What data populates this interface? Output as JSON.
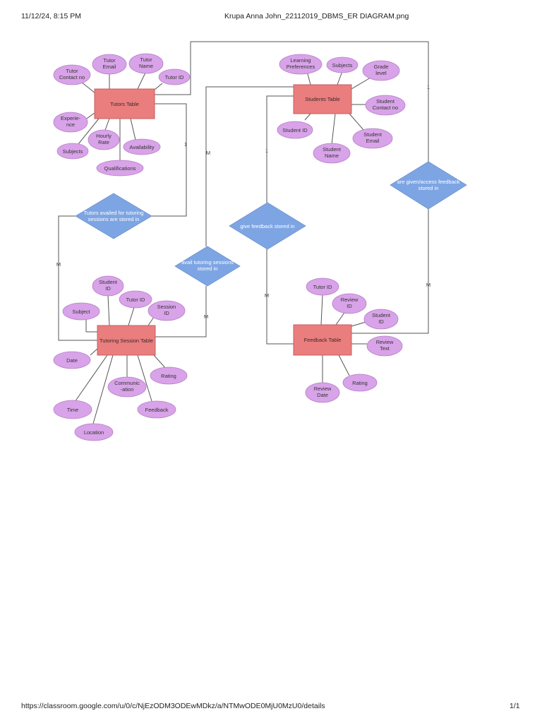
{
  "header": {
    "datetime": "11/12/24, 8:15 PM",
    "filename": "Krupa Anna John_22112019_DBMS_ER DIAGRAM.png"
  },
  "footer": {
    "url": "https://classroom.google.com/u/0/c/NjEzODM3ODEwMDkz/a/NTMwODE0MjU0MzU0/details",
    "page": "1/1"
  },
  "colors": {
    "entity": "#ea7d7d",
    "attribute": "#d8a3e8",
    "relationship": "#7ea5e3"
  },
  "entities": {
    "tutors": "Tutors Table",
    "students": "Students Table",
    "sessions": "Tutoring Session Table",
    "feedback": "Feedback Table"
  },
  "attributes": {
    "tutor_contact": [
      "Tutor",
      "Contact no"
    ],
    "tutor_email": [
      "Tutor",
      "Email"
    ],
    "tutor_name": [
      "Tutor",
      "Name"
    ],
    "tutor_id": [
      "Tutor ID"
    ],
    "experience": [
      "Experie-",
      "nce"
    ],
    "hourly_rate": [
      "Hourly",
      "Rate"
    ],
    "availability": [
      "Availability"
    ],
    "subjects": [
      "Subjects"
    ],
    "qualifications": [
      "Qualifications"
    ],
    "learning_prefs": [
      "Learning",
      "Preferences"
    ],
    "st_subjects": [
      "Subjects"
    ],
    "grade_level": [
      "Grade",
      "level"
    ],
    "student_contact": [
      "Student",
      "Contact no"
    ],
    "student_id": [
      "Student ID"
    ],
    "student_name": [
      "Student",
      "Name"
    ],
    "student_email": [
      "Student",
      "Email"
    ],
    "ts_student_id": [
      "Student",
      "ID"
    ],
    "ts_tutor_id": [
      "Tutor ID"
    ],
    "ts_session_id": [
      "Session",
      "ID"
    ],
    "ts_subject": [
      "Subject"
    ],
    "ts_date": [
      "Date"
    ],
    "ts_communication": [
      "Communic",
      "-ation"
    ],
    "ts_rating": [
      "Rating"
    ],
    "ts_time": [
      "Time"
    ],
    "ts_feedback": [
      "Feedback"
    ],
    "ts_location": [
      "Location"
    ],
    "fb_tutor_id": [
      "Tutor ID"
    ],
    "fb_review_id": [
      "Review",
      "ID"
    ],
    "fb_student_id": [
      "Student",
      "ID"
    ],
    "fb_review_text": [
      "Review",
      "Text"
    ],
    "fb_rating": [
      "Rating"
    ],
    "fb_review_date": [
      "Review",
      "Date"
    ]
  },
  "relationships": {
    "availed": [
      "Tutors availed for tutoring",
      "sessions are stored in"
    ],
    "avail": [
      "avail tutoring sessions",
      "stored in"
    ],
    "give": [
      "give feedback stored in"
    ],
    "given": [
      "are given/access feedback",
      "stored in"
    ]
  },
  "cardinality": {
    "one": "1",
    "many": "M"
  }
}
